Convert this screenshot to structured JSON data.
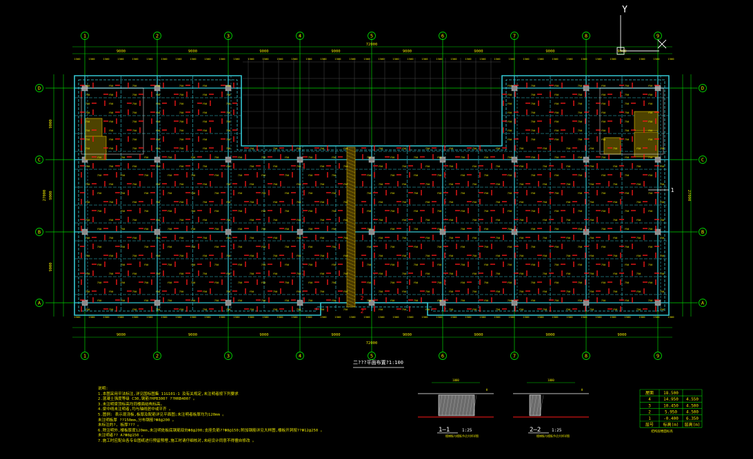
{
  "drawing": {
    "axis_cols": [
      "1",
      "2",
      "3",
      "4",
      "5",
      "6",
      "7",
      "8",
      "9"
    ],
    "axis_rows": [
      "D",
      "C",
      "B",
      "A"
    ],
    "span_label": "9000",
    "total_label": "72000",
    "height_total": "27000",
    "ucs_y": "Y",
    "title": "二???平面布置?1:100",
    "beam_labels": [
      "750",
      "R",
      "Y50",
      "R"
    ]
  },
  "notes": {
    "heading": "说明:",
    "lines": [
      "1.本图采用平法标注,详见国标图集 11G101-1 及有关规定,未注明者按下列要求",
      "2.混凝土强度等级 C30,钢筋?HPB300? ??HRB400? 。",
      "3.未注明梁顶标高均同楼面结构标高。",
      "4.梁中线未注明者,均与轴线居中或平齐 。",
      "5.图例: 表示现浇板,板厚及配筋详见平面图;未注明者板厚均为120mm 。",
      "    未注明板厚 ??150mm,分布钢筋?Φ8@200 。",
      "    未标注的?, 板厚??? 。",
      "6.除注明外,楼板厚度120mm,未注明处板底钢筋双向Φ8@200;支座负筋??Φ8@150;附加钢筋详见大样图,楼板开洞按??Φ12@250 。",
      "    未注明者?? A?Φ8@150 。",
      "7.施工时应配合各专业图纸进行预留预埋,施工时请仔细核对,未经设计同意不得擅自修改 。"
    ],
    "legend_a": "1000",
    "legend_b": "1000"
  },
  "sections": [
    {
      "label": "1—1",
      "scale": "1:25",
      "caption": "楼梯板与楼板节点大样详图",
      "dim_top": "1000",
      "dim_side": "H"
    },
    {
      "label": "2—2",
      "scale": "1:25",
      "caption": "楼梯板与楼板节点大样详图",
      "dim_top": "1000",
      "dim_side": "H"
    }
  ],
  "elev_table": {
    "rows": [
      [
        "屋面",
        "18.500",
        ""
      ],
      [
        "4",
        "14.950",
        "4.550"
      ],
      [
        "3",
        "10.450",
        "4.500"
      ],
      [
        "2",
        "5.950",
        "4.500"
      ],
      [
        "1",
        "-0.400",
        "6.350"
      ],
      [
        "层号",
        "标高(m)",
        "层高(m)"
      ]
    ],
    "caption": "结构层楼面标高"
  },
  "colors": {
    "background": "#000000",
    "grid_line": "#00d400",
    "beam": "#34c8d4",
    "rebar": "#ff1818",
    "text": "#e8e400",
    "white": "#ffffff"
  }
}
